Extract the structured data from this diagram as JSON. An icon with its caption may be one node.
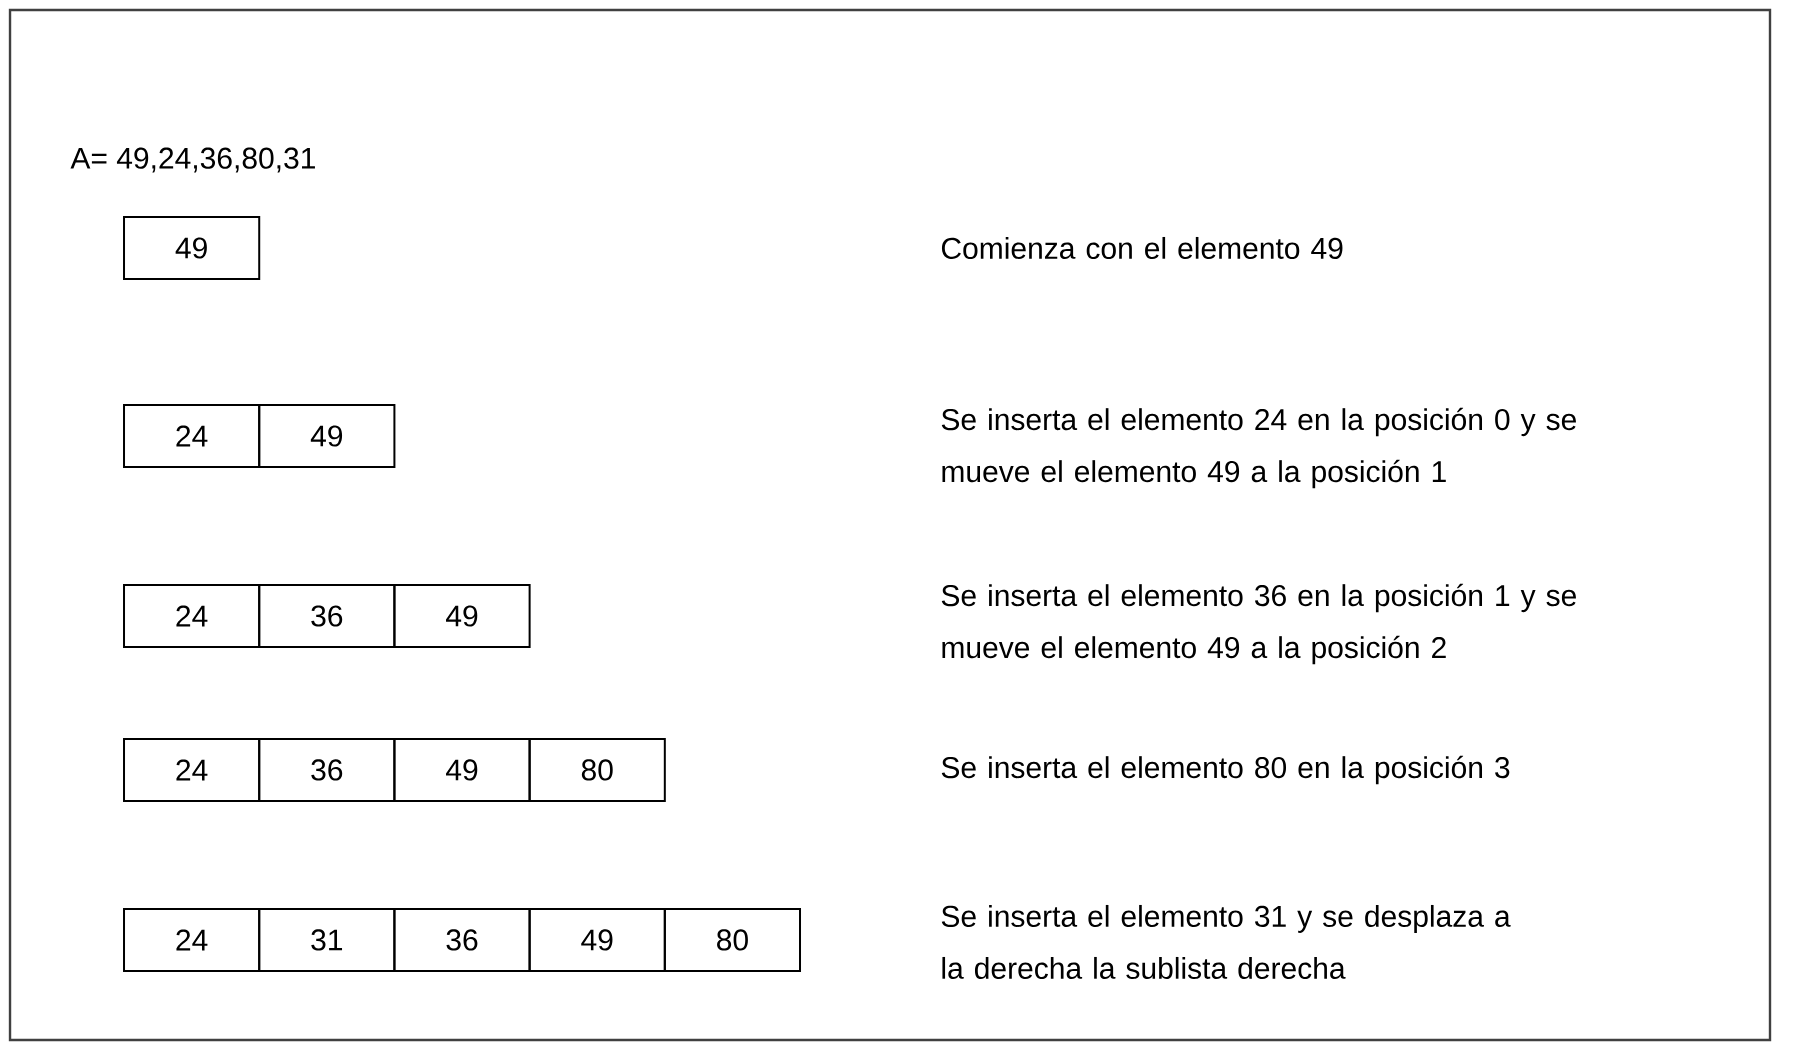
{
  "diagram": {
    "nodes": [
      {
        "text": [
          "49"
        ]
      },
      {
        "text": [
          "24"
        ]
      },
      {
        "text": [
          "49"
        ]
      },
      {
        "text": [
          "24"
        ]
      },
      {
        "text": [
          "36"
        ]
      },
      {
        "text": [
          "49"
        ]
      },
      {
        "text": [
          "24"
        ]
      },
      {
        "text": [
          "36"
        ]
      },
      {
        "text": [
          "49"
        ]
      },
      {
        "text": [
          "80"
        ]
      },
      {
        "text": [
          "24"
        ]
      },
      {
        "text": [
          "31"
        ]
      },
      {
        "text": [
          "36"
        ]
      },
      {
        "text": [
          "49"
        ]
      },
      {
        "text": [
          "80"
        ]
      }
    ],
    "labels": [
      "A= 49,24,36,80,31",
      "Comienza con el elemento 49",
      "Se inserta el elemento 24 en la posición 0 y se mueve el elemento 49 a la posición 1",
      "Se inserta el elemento 36 en la posición 1 y se mueve el elemento 49 a la posición 2",
      "Se inserta el elemento 80 en la posición 3",
      "Se inserta el elemento 31 y se desplaza a la derecha la sublista derecha"
    ]
  }
}
